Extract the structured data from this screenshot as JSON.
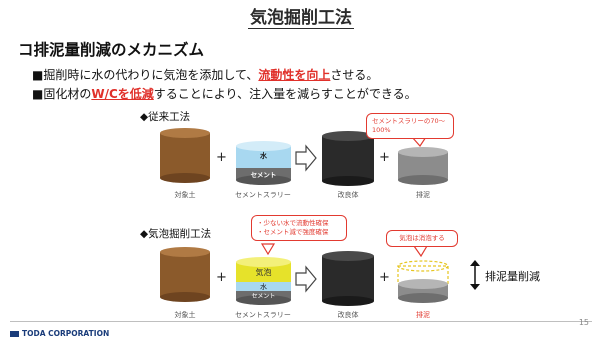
{
  "slide": {
    "title": "気泡掘削工法",
    "heading": "コ排泥量削減のメカニズム",
    "bullets": [
      {
        "mark": "■",
        "pre": "掘削時に水の代わりに気泡を添加して、",
        "hl": "流動性を向上",
        "post": "させる。"
      },
      {
        "mark": "■",
        "pre": "固化材の",
        "hl": "W/Cを低減",
        "post": "することにより、注入量を減らすことができる。"
      }
    ]
  },
  "conventional": {
    "section_label": "◆従来工法",
    "labels": {
      "soil": "対象土",
      "slurry": "セメントスラリー",
      "improved": "改良体",
      "waste": "排泥"
    },
    "slurry_layers": {
      "water": "水",
      "cement": "セメント"
    },
    "callout": "セメントスラリーの70～100%"
  },
  "foam": {
    "section_label": "◆気泡掘削工法",
    "labels": {
      "soil": "対象土",
      "slurry": "セメントスラリー",
      "improved": "改良体",
      "waste": "排泥"
    },
    "slurry_layers": {
      "foam": "気泡",
      "water": "水",
      "cement": "セメント"
    },
    "callout_slurry": [
      "・少ない水で流動性確保",
      "・セメント減で強度確保"
    ],
    "callout_waste": "気泡は消泡する",
    "reduction_label": "排泥量削減"
  },
  "footer": {
    "company": "TODA CORPORATION",
    "page": "15"
  },
  "colors": {
    "soil": "#8b5a2b",
    "improved": "#2a2a2a",
    "waste": "#8c8c8c",
    "water": "#a8d8f0",
    "cement": "#6d6d6d",
    "foam": "#e6e22a",
    "accent": "#e23a30"
  }
}
